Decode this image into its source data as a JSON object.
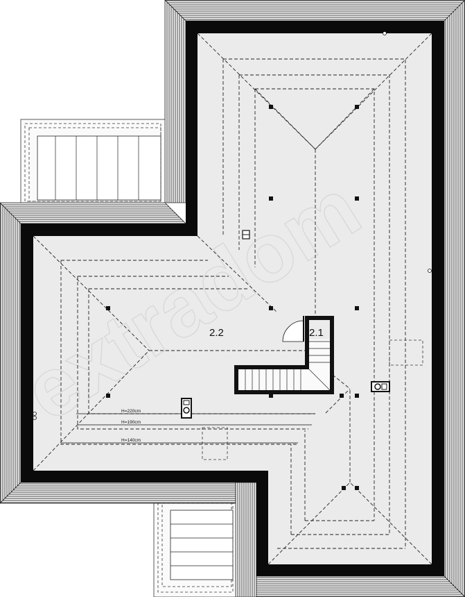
{
  "rooms": [
    {
      "id": "2.2",
      "label": "2.2"
    },
    {
      "id": "2.1",
      "label": "2.1"
    }
  ],
  "heights": [
    {
      "label": "H=220cm"
    },
    {
      "label": "H=190cm"
    },
    {
      "label": "H=140cm"
    }
  ],
  "watermark": "extradom",
  "colors": {
    "wall": "#0a0a0a",
    "floor": "#ebebeb",
    "line": "#222222",
    "background": "#ffffff"
  }
}
